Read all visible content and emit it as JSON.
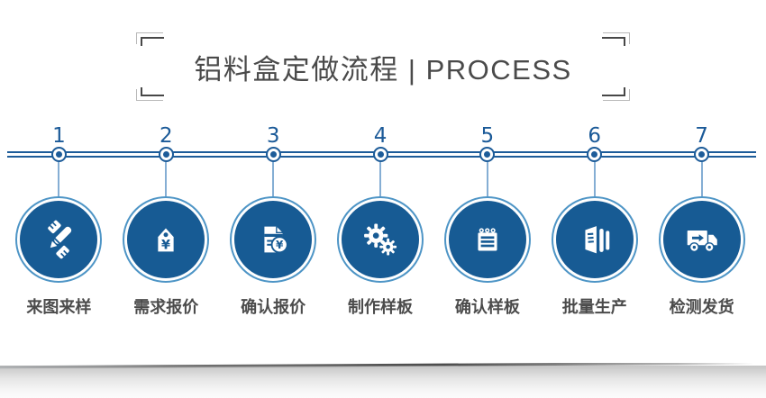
{
  "header": {
    "title": "铝料盒定做流程 | PROCESS"
  },
  "colors": {
    "circle_fill_blue": "#175b94",
    "timeline_blue": "#1d5c99",
    "outer_ring_blue": "#4e95c6",
    "connector_blue": "#85aed4",
    "number_blue": "#1b5a98",
    "title_gray": "#4a4a4a",
    "label_gray": "#4b4b4b",
    "icon_white": "#ffffff"
  },
  "steps": [
    {
      "number": "1",
      "label": "来图来样",
      "icon": "pencil-ruler"
    },
    {
      "number": "2",
      "label": "需求报价",
      "icon": "price-tag"
    },
    {
      "number": "3",
      "label": "确认报价",
      "icon": "quote-document"
    },
    {
      "number": "4",
      "label": "制作样板",
      "icon": "gears"
    },
    {
      "number": "5",
      "label": "确认样板",
      "icon": "notepad"
    },
    {
      "number": "6",
      "label": "批量生产",
      "icon": "batch-production"
    },
    {
      "number": "7",
      "label": "检测发货",
      "icon": "delivery-truck"
    }
  ]
}
